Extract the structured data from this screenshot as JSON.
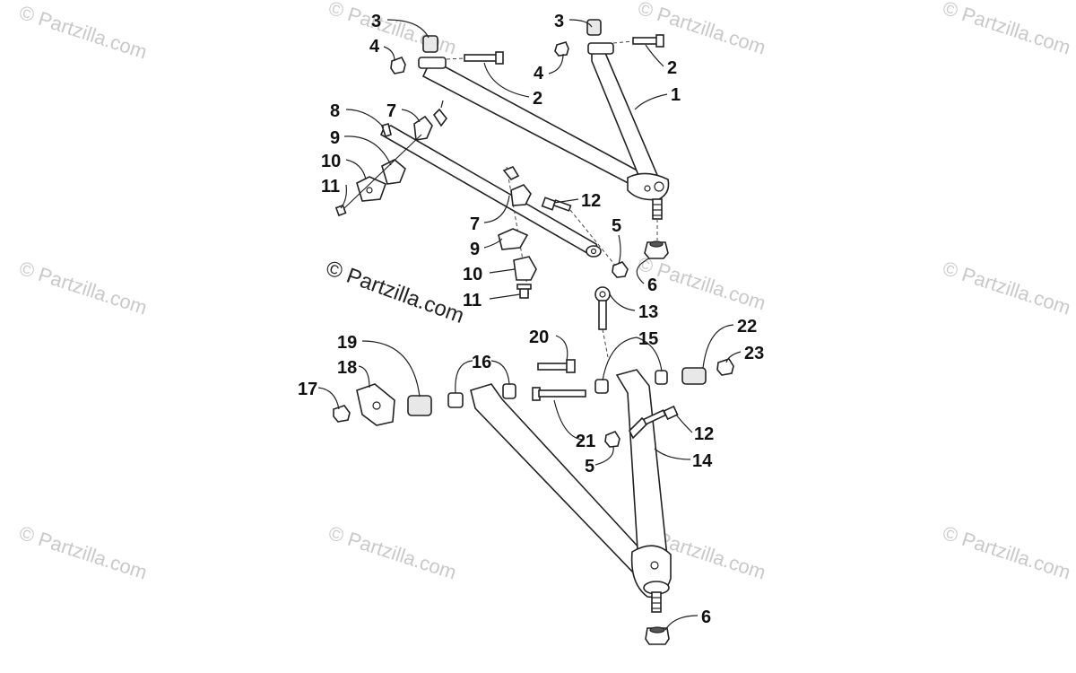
{
  "watermark": {
    "repeat_text": "© Partzilla.com",
    "main_text": "© Partzilla.com"
  },
  "callouts": [
    {
      "id": "c3a",
      "label": "3"
    },
    {
      "id": "c4a",
      "label": "4"
    },
    {
      "id": "c2a",
      "label": "2"
    },
    {
      "id": "c3b",
      "label": "3"
    },
    {
      "id": "c4b",
      "label": "4"
    },
    {
      "id": "c2b",
      "label": "2"
    },
    {
      "id": "c1",
      "label": "1"
    },
    {
      "id": "c8",
      "label": "8"
    },
    {
      "id": "c7a",
      "label": "7"
    },
    {
      "id": "c9a",
      "label": "9"
    },
    {
      "id": "c10a",
      "label": "10"
    },
    {
      "id": "c11a",
      "label": "11"
    },
    {
      "id": "c12a",
      "label": "12"
    },
    {
      "id": "c5a",
      "label": "5"
    },
    {
      "id": "c7b",
      "label": "7"
    },
    {
      "id": "c9b",
      "label": "9"
    },
    {
      "id": "c10b",
      "label": "10"
    },
    {
      "id": "c11b",
      "label": "11"
    },
    {
      "id": "c6a",
      "label": "6"
    },
    {
      "id": "c13",
      "label": "13"
    },
    {
      "id": "c22",
      "label": "22"
    },
    {
      "id": "c23",
      "label": "23"
    },
    {
      "id": "c20",
      "label": "20"
    },
    {
      "id": "c15",
      "label": "15"
    },
    {
      "id": "c19",
      "label": "19"
    },
    {
      "id": "c18",
      "label": "18"
    },
    {
      "id": "c16",
      "label": "16"
    },
    {
      "id": "c17",
      "label": "17"
    },
    {
      "id": "c12b",
      "label": "12"
    },
    {
      "id": "c21",
      "label": "21"
    },
    {
      "id": "c5b",
      "label": "5"
    },
    {
      "id": "c14",
      "label": "14"
    },
    {
      "id": "c6b",
      "label": "6"
    }
  ]
}
